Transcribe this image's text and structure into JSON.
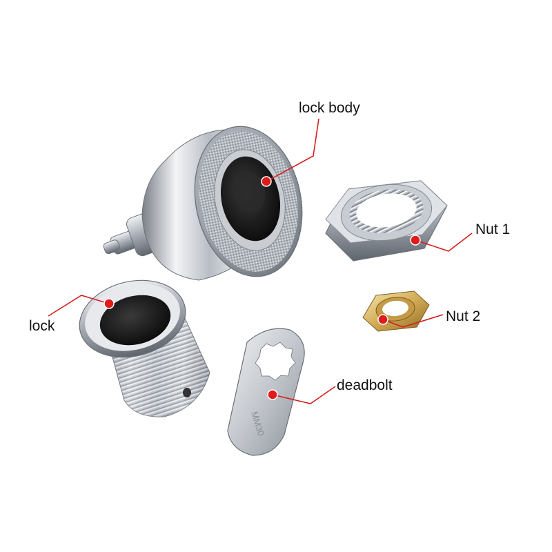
{
  "labels": {
    "lock_body": "lock body",
    "nut_1": "Nut 1",
    "nut_2": "Nut 2",
    "lock": "lock",
    "deadbolt": "deadbolt"
  },
  "colors": {
    "leader_line": "#d51d1d",
    "marker_dot": "#e11b1b",
    "chrome_light": "#f2f3f5",
    "chrome_mid": "#b9bec6",
    "chrome_dark": "#6d737b",
    "brass": "#d6b35c",
    "key_dark": "#151515"
  },
  "icons": {
    "lock_body": "lock-body-cylinder-icon",
    "nut_1": "hex-nut-icon",
    "nut_2": "brass-hex-nut-icon",
    "lock": "threaded-sleeve-icon",
    "deadbolt": "cam-blade-icon"
  }
}
